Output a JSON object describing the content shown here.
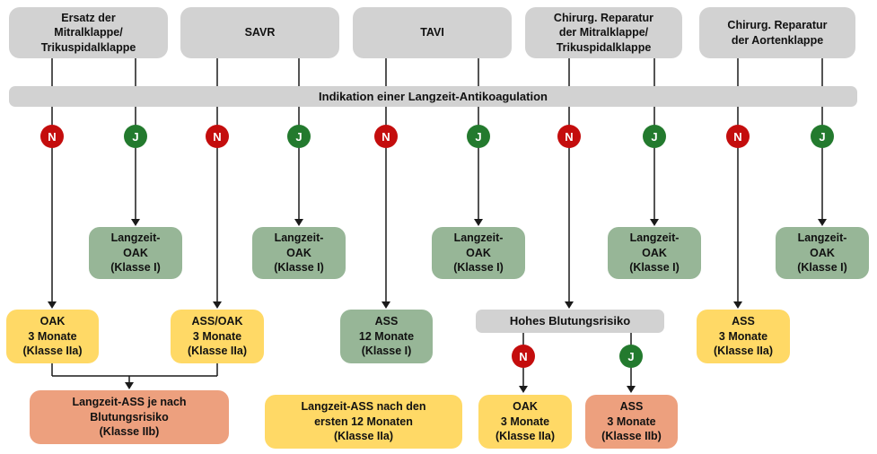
{
  "palette": {
    "box_gray": "#d2d2d2",
    "box_yellow": "#ffd966",
    "box_sage_green": "#97b697",
    "box_orange": "#eda07e",
    "circle_red": "#c40d0d",
    "circle_green": "#237a2e",
    "line_black": "#1a1a1a"
  },
  "top_boxes": [
    {
      "label": "Ersatz der\nMitralklappe/\nTrikuspidalklappe"
    },
    {
      "label": "SAVR"
    },
    {
      "label": "TAVI"
    },
    {
      "label": "Chirurg. Reparatur\nder Mitralklappe/\nTrikuspidalklappe"
    },
    {
      "label": "Chirurg. Reparatur\nder Aortenklappe"
    }
  ],
  "indication_bar": {
    "label": "Indikation einer Langzeit-Antikoagulation"
  },
  "branch_nodes": [
    {
      "label": "N"
    },
    {
      "label": "J"
    },
    {
      "label": "N"
    },
    {
      "label": "J"
    },
    {
      "label": "N"
    },
    {
      "label": "J"
    },
    {
      "label": "N"
    },
    {
      "label": "J"
    },
    {
      "label": "N"
    },
    {
      "label": "J"
    }
  ],
  "longterm_oak_boxes": [
    {
      "label": "Langzeit-\nOAK\n(Klasse I)"
    },
    {
      "label": "Langzeit-\nOAK\n(Klasse I)"
    },
    {
      "label": "Langzeit-\nOAK\n(Klasse I)"
    },
    {
      "label": "Langzeit-\nOAK\n(Klasse I)"
    },
    {
      "label": "Langzeit-\nOAK\n(Klasse I)"
    }
  ],
  "mid_boxes": [
    {
      "label": "OAK\n3 Monate\n(Klasse IIa)"
    },
    {
      "label": "ASS/OAK\n3 Monate\n(Klasse IIa)"
    },
    {
      "label": "ASS\n12 Monate\n(Klasse I)"
    },
    {
      "label": "Hohes Blutungsrisiko"
    },
    {
      "label": "ASS\n3 Monate\n(Klasse IIa)"
    }
  ],
  "bleeding_branch_nodes": [
    {
      "label": "N"
    },
    {
      "label": "J"
    }
  ],
  "bottom_boxes": [
    {
      "label": "Langzeit-ASS je nach\nBlutungsrisiko\n(Klasse IIb)"
    },
    {
      "label": "Langzeit-ASS nach den\nersten 12 Monaten\n(Klasse IIa)"
    },
    {
      "label": "OAK\n3 Monate\n(Klasse IIa)"
    },
    {
      "label": "ASS\n3 Monate\n(Klasse IIb)"
    }
  ]
}
